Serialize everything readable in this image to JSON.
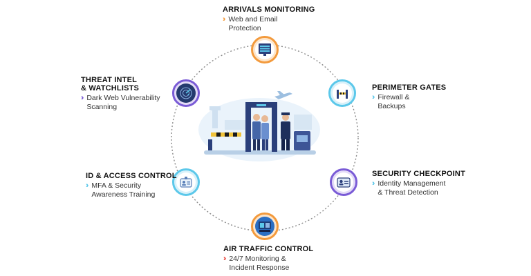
{
  "colors": {
    "ring": "#8a8a8a",
    "orange": "#f39a3c",
    "cyan": "#5cc8ea",
    "purple": "#7a5bd6",
    "red": "#e8463d",
    "dark_blue": "#2b3f7a"
  },
  "nodes": [
    {
      "id": "arrivals",
      "title": "ARRIVALS MONITORING",
      "desc": "Web and Email\nProtection",
      "accent": "#f39a3c",
      "chevron": "#f39a3c",
      "icon": "monitor-board-icon"
    },
    {
      "id": "perimeter",
      "title": "PERIMETER GATES",
      "desc": "Firewall &\nBackups",
      "accent": "#5cc8ea",
      "chevron": "#5cc8ea",
      "icon": "gate-icon"
    },
    {
      "id": "checkpoint",
      "title": "SECURITY CHECKPOINT",
      "desc": "Identity Management\n& Threat Detection",
      "accent": "#7a5bd6",
      "chevron": "#5cc8ea",
      "icon": "id-card-icon"
    },
    {
      "id": "atc",
      "title": "AIR TRAFFIC CONTROL",
      "desc": "24/7 Monitoring &\nIncident Response",
      "accent": "#f39a3c",
      "chevron": "#e8463d",
      "icon": "control-screen-icon"
    },
    {
      "id": "idaccess",
      "title": "ID & ACCESS CONTROL",
      "desc": "MFA & Security\nAwareness Training",
      "accent": "#5cc8ea",
      "chevron": "#5cc8ea",
      "icon": "badge-icon"
    },
    {
      "id": "threat",
      "title": "THREAT INTEL\n& WATCHLISTS",
      "desc": "Dark Web Vulnerability\nScanning",
      "accent": "#7a5bd6",
      "chevron": "#7a5bd6",
      "icon": "radar-icon"
    }
  ],
  "center_icon": "airport-security-scene-icon"
}
